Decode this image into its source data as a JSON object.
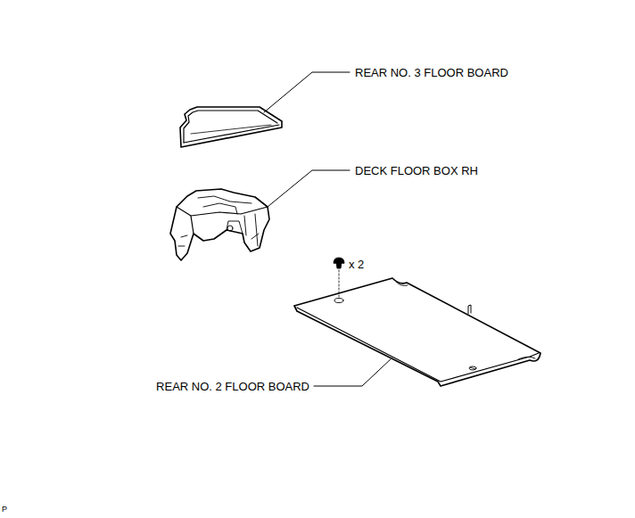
{
  "diagram": {
    "labels": [
      "REAR NO. 3 FLOOR BOARD",
      "DECK FLOOR BOX RH",
      "x 2",
      "REAR NO. 2 FLOOR BOARD",
      "P"
    ]
  }
}
